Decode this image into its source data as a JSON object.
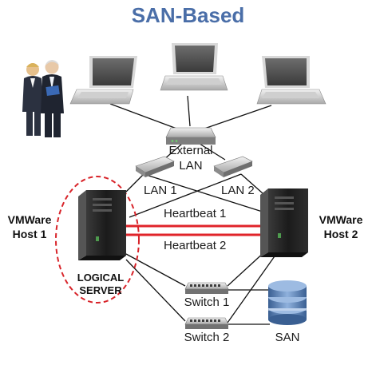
{
  "title": "SAN-Based",
  "colors": {
    "title": "#4a6ea8",
    "heartbeat": "#e0242a",
    "logical_outline": "#d8242a",
    "wire": "#111111"
  },
  "labels": {
    "external_lan_line1": "External",
    "external_lan_line2": "LAN",
    "lan1": "LAN 1",
    "lan2": "LAN 2",
    "heartbeat1": "Heartbeat 1",
    "heartbeat2": "Heartbeat 2",
    "host1_line1": "VMWare",
    "host1_line2": "Host 1",
    "host2_line1": "VMWare",
    "host2_line2": "Host 2",
    "logical_line1": "LOGICAL",
    "logical_line2": "SERVER",
    "switch1": "Switch 1",
    "switch2": "Switch 2",
    "san": "SAN"
  },
  "icons": {
    "people": "business-people-image",
    "laptop": "laptop-icon",
    "router": "external-router-icon",
    "lan_switch": "lan-switch-icon",
    "server": "tower-server-icon",
    "network_switch": "network-switch-icon",
    "storage": "database-storage-icon"
  }
}
